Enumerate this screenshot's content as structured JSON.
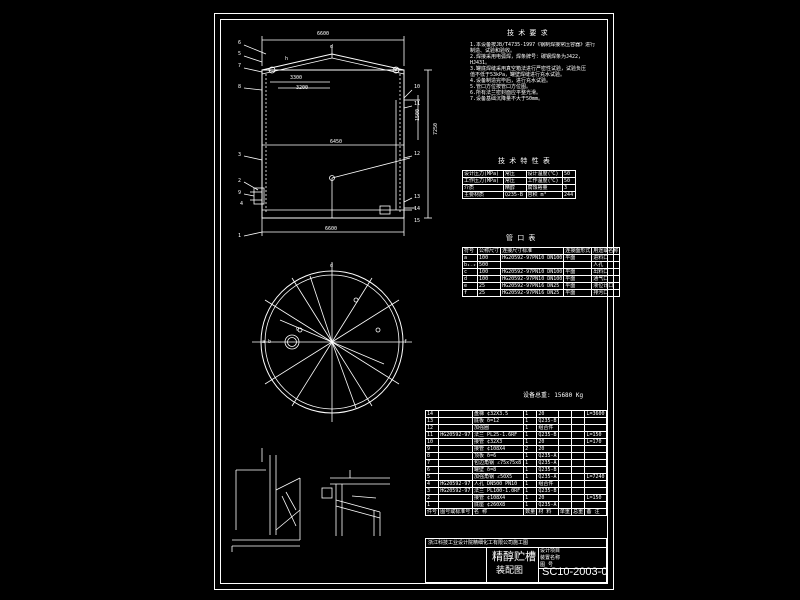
{
  "drawing": {
    "overall_width": "6600",
    "dim_roof_a": "3300",
    "dim_roof_b": "3200",
    "dim_inner": "6450",
    "dim_bottom": "6600",
    "dim_height": "7250",
    "dim_height_b": "1500",
    "dim_side": "1500",
    "label_d": "d",
    "label_h": "h",
    "label_a": "a",
    "label_b": "b",
    "label_c": "c",
    "label_e": "e",
    "label_f": "f",
    "label_g": "g",
    "callouts": [
      "6",
      "5",
      "7",
      "8",
      "3",
      "2",
      "9",
      "1",
      "4",
      "10",
      "11",
      "12",
      "13",
      "14",
      "15"
    ]
  },
  "tech_requirements": {
    "title": "技 术 要 求",
    "lines": [
      "1.本设备按JB/T4735-1997《钢制焊接常压容器》进行",
      "  制造、试验和验收。",
      "2.焊接采用电弧焊，焊条牌号：碳钢焊条为J422，",
      "  HJ431。",
      "3.罐底焊缝采用真空箱法进行严密性试验，试验负压",
      "  值不低于53kPa，罐壁焊缝进行充水试验。",
      "4.设备制造完毕后，进行充水试验。",
      "5.管口方位按管口方位图。",
      "6.所有法兰密封面应平整光滑。",
      "7.设备基础沉降量不大于50mm。"
    ]
  },
  "tech_table": {
    "title": "技 术 特 性 表",
    "rows": [
      [
        "设计压力(MPa)",
        "常压",
        "设计温度(℃)",
        "50"
      ],
      [
        "工作压力(MPa)",
        "常压",
        "工作温度(℃)",
        "50"
      ],
      [
        "介质",
        "精醇",
        "腐蚀裕量",
        "3"
      ],
      [
        "主要材质",
        "Q235-B",
        "容积 m³",
        "244"
      ]
    ]
  },
  "nozzle_table": {
    "title": "管 口 表",
    "header": [
      "符号",
      "公称尺寸",
      "连接尺寸标准",
      "连接面形式",
      "用途或名称"
    ],
    "rows": [
      [
        "a",
        "100",
        "HG20592-97PN10 DN100",
        "平面",
        "进料口"
      ],
      [
        "b₁₋₂",
        "500",
        "",
        "",
        "人孔"
      ],
      [
        "c",
        "100",
        "HG20592-97PN10 DN100",
        "平面",
        "出料口"
      ],
      [
        "d",
        "100",
        "HG20592-97PN10 DN100",
        "平面",
        "通气口"
      ],
      [
        "e",
        "25",
        "HG20592-97PN16 DN25",
        "平面",
        "液位计口"
      ],
      [
        "f",
        "25",
        "HG20592-97PN16 DN25",
        "平面",
        "排污口"
      ]
    ]
  },
  "weight": "设备总重: 15680 Kg",
  "bom": {
    "rows": [
      [
        "14",
        "",
        "盘梯 ¢32X3.5",
        "1",
        "20",
        "",
        "",
        "L=3600"
      ],
      [
        "13",
        "",
        "底板 δ=12",
        "1",
        "Q235-B",
        "",
        "",
        ""
      ],
      [
        "12",
        "",
        "加强圈",
        "1",
        "组合件",
        "",
        "",
        ""
      ],
      [
        "11",
        "HG20592-97",
        "法兰 PL25-1.6RF",
        "1",
        "Q235-B",
        "",
        "",
        "L=150"
      ],
      [
        "10",
        "",
        "接管 ¢32X3",
        "1",
        "20",
        "",
        "",
        "L=170"
      ],
      [
        "9",
        "",
        "接管 ¢108X4",
        "2",
        "20",
        "",
        "",
        ""
      ],
      [
        "8",
        "",
        "顶板 δ=6",
        "1",
        "Q235-A",
        "",
        "",
        ""
      ],
      [
        "7",
        "",
        "包边角钢 ∠75x75x8",
        "1",
        "Q235-A",
        "",
        "",
        ""
      ],
      [
        "6",
        "",
        "罐壁 δ=8",
        "1",
        "Q235-B",
        "",
        "",
        ""
      ],
      [
        "5",
        "",
        "加强角钢 ∠50X5",
        "1",
        "Q235-A",
        "",
        "",
        "L=7240"
      ],
      [
        "4",
        "HG20592-97",
        "人孔 DN500 PN10",
        "1",
        "组合件",
        "",
        "",
        ""
      ],
      [
        "3",
        "HG20592-97",
        "法兰 PL100-1.0RF",
        "1",
        "Q235-B",
        "",
        "",
        ""
      ],
      [
        "2",
        "",
        "接管 ¢108X4",
        "1",
        "20",
        "",
        "",
        "L=150"
      ],
      [
        "1",
        "",
        "底座 ¢260X8",
        "1",
        "Q235-A",
        "",
        "",
        ""
      ]
    ],
    "header": [
      "件号",
      "图号或标准号",
      "名 称",
      "数量",
      "材 料",
      "单重",
      "总重",
      "备 注"
    ]
  },
  "title_block": {
    "company": "浙江科技工业设计院精细化工有限公司施工图",
    "name_main": "精醇贮槽",
    "name_sub": "装配图",
    "drawing_no": "SC10-2003-0",
    "rows_left": [
      "",
      "",
      ""
    ],
    "meta": [
      "设计项目",
      "装置名称",
      "图 号"
    ]
  }
}
